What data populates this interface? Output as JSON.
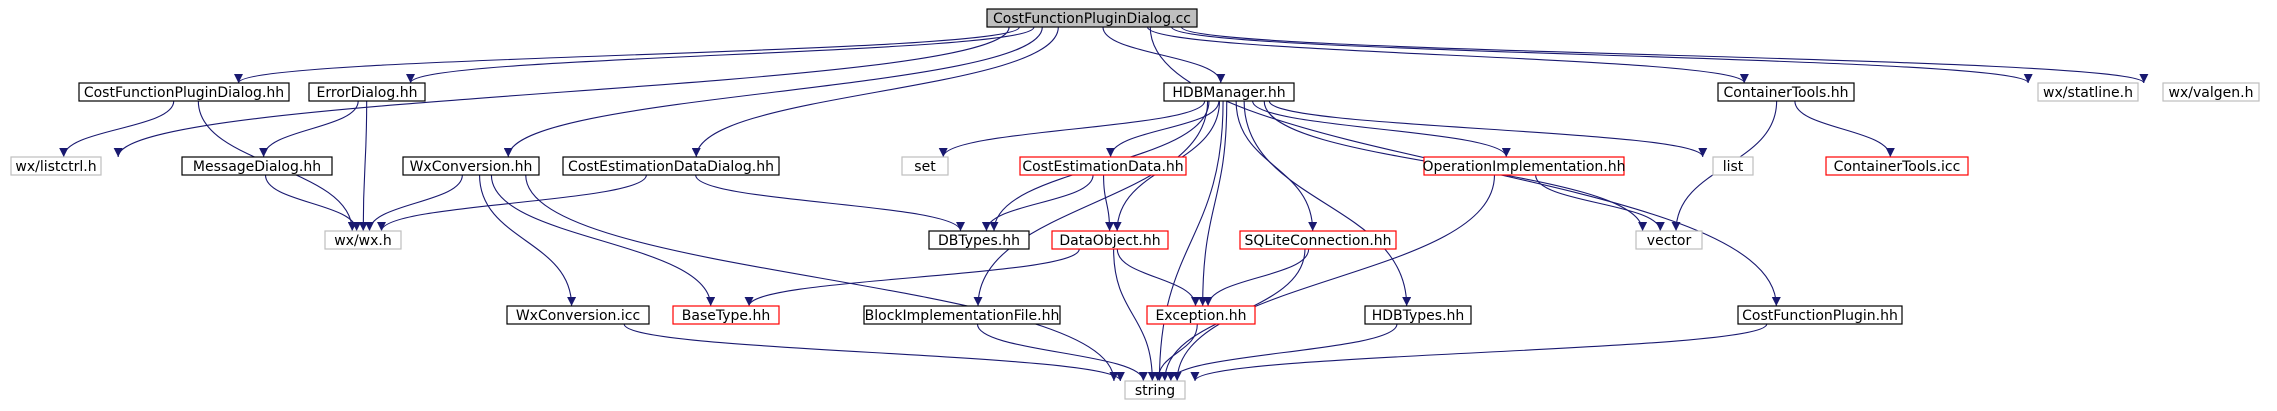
{
  "colors": {
    "edge": "#191970",
    "box_default": "#000000",
    "box_missing": "#bfbfbf",
    "box_truncated": "#ff0000",
    "root_fill": "#bfbfbf",
    "text": "#000000",
    "background": "#ffffff"
  },
  "nodes": [
    {
      "id": "root",
      "label": "CostFunctionPluginDialog.cc",
      "kind": "root"
    },
    {
      "id": "listctrl",
      "label": "wx/listctrl.h",
      "kind": "missing"
    },
    {
      "id": "cfpd",
      "label": "CostFunctionPluginDialog.hh",
      "kind": "default"
    },
    {
      "id": "errdlg",
      "label": "ErrorDialog.hh",
      "kind": "default"
    },
    {
      "id": "msgdlg",
      "label": "MessageDialog.hh",
      "kind": "default"
    },
    {
      "id": "wxwx",
      "label": "wx/wx.h",
      "kind": "missing"
    },
    {
      "id": "wxconv",
      "label": "WxConversion.hh",
      "kind": "default"
    },
    {
      "id": "cedd",
      "label": "CostEstimationDataDialog.hh",
      "kind": "default"
    },
    {
      "id": "hdbm",
      "label": "HDBManager.hh",
      "kind": "default"
    },
    {
      "id": "set",
      "label": "set",
      "kind": "missing"
    },
    {
      "id": "ced",
      "label": "CostEstimationData.hh",
      "kind": "truncated"
    },
    {
      "id": "dbtypes",
      "label": "DBTypes.hh",
      "kind": "default"
    },
    {
      "id": "dataobj",
      "label": "DataObject.hh",
      "kind": "truncated"
    },
    {
      "id": "basetype",
      "label": "BaseType.hh",
      "kind": "truncated"
    },
    {
      "id": "wxconvicc",
      "label": "WxConversion.icc",
      "kind": "default"
    },
    {
      "id": "bif",
      "label": "BlockImplementationFile.hh",
      "kind": "default"
    },
    {
      "id": "exception",
      "label": "Exception.hh",
      "kind": "truncated"
    },
    {
      "id": "sqlite",
      "label": "SQLiteConnection.hh",
      "kind": "truncated"
    },
    {
      "id": "hdbtypes",
      "label": "HDBTypes.hh",
      "kind": "default"
    },
    {
      "id": "opimpl",
      "label": "OperationImplementation.hh",
      "kind": "truncated"
    },
    {
      "id": "list",
      "label": "list",
      "kind": "missing"
    },
    {
      "id": "vector",
      "label": "vector",
      "kind": "missing"
    },
    {
      "id": "conttools",
      "label": "ContainerTools.hh",
      "kind": "default"
    },
    {
      "id": "conttoolsicc",
      "label": "ContainerTools.icc",
      "kind": "truncated"
    },
    {
      "id": "cfp",
      "label": "CostFunctionPlugin.hh",
      "kind": "default"
    },
    {
      "id": "statline",
      "label": "wx/statline.h",
      "kind": "missing"
    },
    {
      "id": "valgen",
      "label": "wx/valgen.h",
      "kind": "missing"
    },
    {
      "id": "string",
      "label": "string",
      "kind": "missing"
    }
  ],
  "edges": [
    [
      "root",
      "listctrl"
    ],
    [
      "root",
      "cfpd"
    ],
    [
      "root",
      "errdlg"
    ],
    [
      "root",
      "wxconv"
    ],
    [
      "root",
      "cedd"
    ],
    [
      "root",
      "hdbm"
    ],
    [
      "root",
      "conttools"
    ],
    [
      "root",
      "cfp"
    ],
    [
      "root",
      "statline"
    ],
    [
      "root",
      "valgen"
    ],
    [
      "cfpd",
      "listctrl"
    ],
    [
      "cfpd",
      "wxwx"
    ],
    [
      "errdlg",
      "msgdlg"
    ],
    [
      "errdlg",
      "wxwx"
    ],
    [
      "msgdlg",
      "wxwx"
    ],
    [
      "wxconv",
      "wxwx"
    ],
    [
      "wxconv",
      "wxconvicc"
    ],
    [
      "wxconv",
      "basetype"
    ],
    [
      "wxconv",
      "string"
    ],
    [
      "cedd",
      "wxwx"
    ],
    [
      "cedd",
      "dbtypes"
    ],
    [
      "hdbm",
      "set"
    ],
    [
      "hdbm",
      "ced"
    ],
    [
      "hdbm",
      "dbtypes"
    ],
    [
      "hdbm",
      "dataobj"
    ],
    [
      "hdbm",
      "bif"
    ],
    [
      "hdbm",
      "exception"
    ],
    [
      "hdbm",
      "sqlite"
    ],
    [
      "hdbm",
      "hdbtypes"
    ],
    [
      "hdbm",
      "opimpl"
    ],
    [
      "hdbm",
      "list"
    ],
    [
      "hdbm",
      "vector"
    ],
    [
      "hdbm",
      "string"
    ],
    [
      "ced",
      "dbtypes"
    ],
    [
      "ced",
      "dataobj"
    ],
    [
      "dataobj",
      "basetype"
    ],
    [
      "dataobj",
      "exception"
    ],
    [
      "dataobj",
      "string"
    ],
    [
      "sqlite",
      "exception"
    ],
    [
      "sqlite",
      "string"
    ],
    [
      "exception",
      "string"
    ],
    [
      "wxconvicc",
      "string"
    ],
    [
      "bif",
      "string"
    ],
    [
      "hdbtypes",
      "string"
    ],
    [
      "opimpl",
      "vector"
    ],
    [
      "opimpl",
      "string"
    ],
    [
      "conttools",
      "conttoolsicc"
    ],
    [
      "conttools",
      "vector"
    ],
    [
      "cfp",
      "string"
    ]
  ]
}
